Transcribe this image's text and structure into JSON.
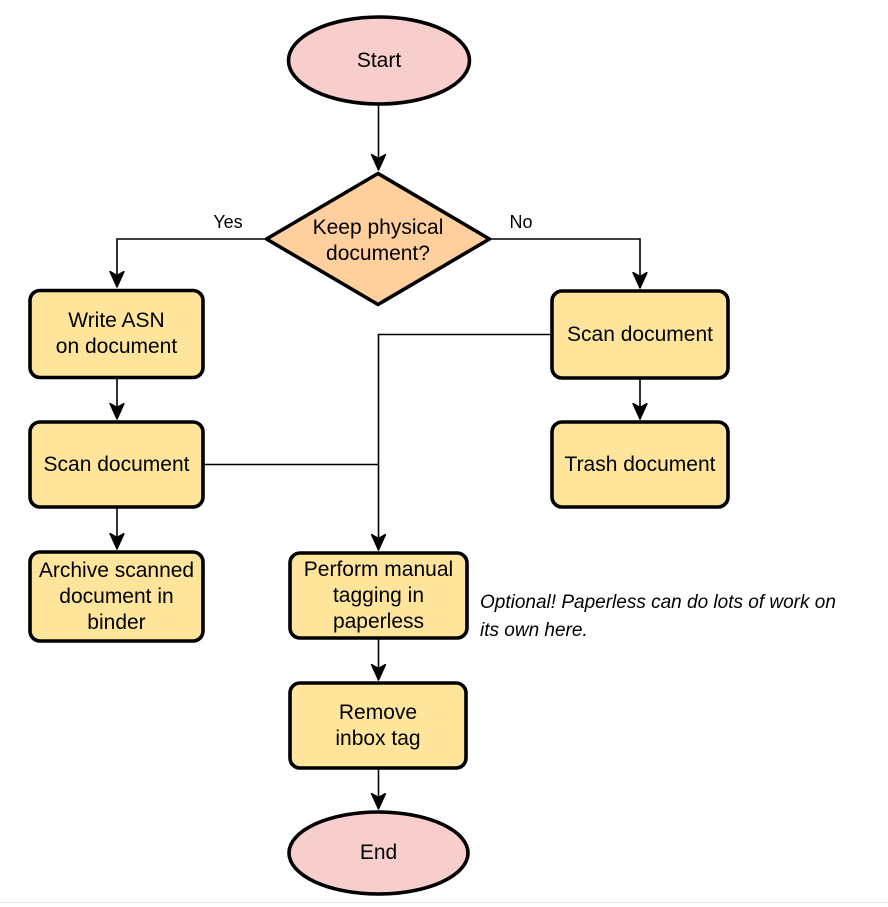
{
  "diagram": {
    "type": "flowchart",
    "nodes": {
      "start": {
        "label": "Start",
        "shape": "terminal"
      },
      "decision": {
        "label": "Keep physical\ndocument?",
        "shape": "decision"
      },
      "write_asn": {
        "label": "Write ASN\non document",
        "shape": "process"
      },
      "scan_left": {
        "label": "Scan document",
        "shape": "process"
      },
      "archive": {
        "label": "Archive scanned\ndocument in\nbinder",
        "shape": "process"
      },
      "scan_right": {
        "label": "Scan document",
        "shape": "process"
      },
      "trash": {
        "label": "Trash document",
        "shape": "process"
      },
      "tagging": {
        "label": "Perform manual\ntagging in\npaperless",
        "shape": "process"
      },
      "remove_inbox": {
        "label": "Remove\ninbox tag",
        "shape": "process"
      },
      "end": {
        "label": "End",
        "shape": "terminal"
      }
    },
    "edges": [
      {
        "from": "start",
        "to": "decision",
        "label": ""
      },
      {
        "from": "decision",
        "to": "write_asn",
        "label": "Yes"
      },
      {
        "from": "decision",
        "to": "scan_right",
        "label": "No"
      },
      {
        "from": "write_asn",
        "to": "scan_left",
        "label": ""
      },
      {
        "from": "scan_left",
        "to": "archive",
        "label": ""
      },
      {
        "from": "scan_left",
        "to": "tagging",
        "label": ""
      },
      {
        "from": "scan_right",
        "to": "trash",
        "label": ""
      },
      {
        "from": "scan_right",
        "to": "tagging",
        "label": ""
      },
      {
        "from": "tagging",
        "to": "remove_inbox",
        "label": ""
      },
      {
        "from": "remove_inbox",
        "to": "end",
        "label": ""
      }
    ],
    "note": "Optional! Paperless can do lots of work on\nits own here.",
    "colors": {
      "terminal_fill": "#f8cecc",
      "decision_fill": "#ffcf9e",
      "process_fill": "#ffe59b",
      "outline": "#000000"
    }
  }
}
